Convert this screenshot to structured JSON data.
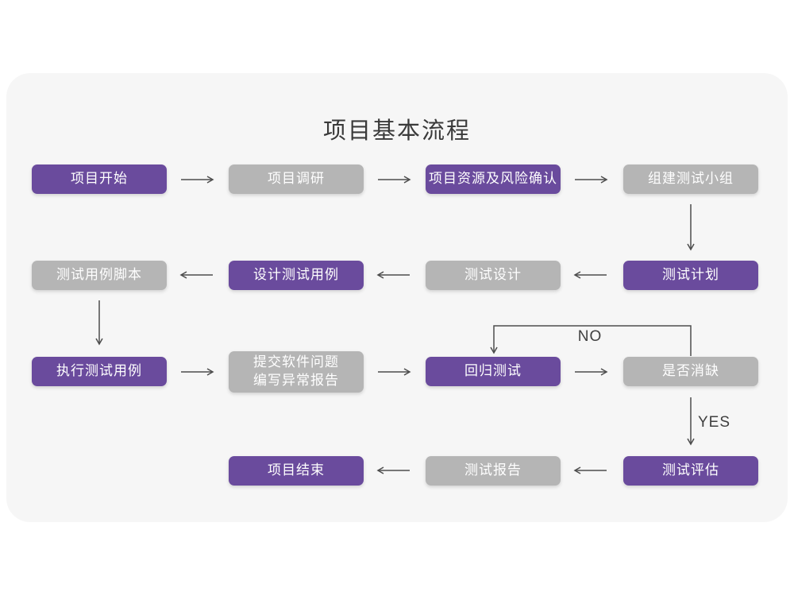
{
  "title": "项目基本流程",
  "colors": {
    "node_purple": "#6a4b9d",
    "node_gray": "#b5b5b5",
    "card_background": "#f6f6f6",
    "page_background": "#ffffff",
    "arrow": "#4d4d4d",
    "title_text": "#3a3a3a",
    "node_text": "#ffffff"
  },
  "nodes": [
    {
      "label": "项目开始",
      "variant": "purple"
    },
    {
      "label": "项目调研",
      "variant": "gray"
    },
    {
      "label": "项目资源及风险确认",
      "variant": "purple"
    },
    {
      "label": "组建测试小组",
      "variant": "gray"
    },
    {
      "label": "测试用例脚本",
      "variant": "gray"
    },
    {
      "label": "设计测试用例",
      "variant": "purple"
    },
    {
      "label": "测试设计",
      "variant": "gray"
    },
    {
      "label": "测试计划",
      "variant": "purple"
    },
    {
      "label": "执行测试用例",
      "variant": "purple"
    },
    {
      "label": "提交软件问题\n编写异常报告",
      "variant": "gray"
    },
    {
      "label": "回归测试",
      "variant": "purple"
    },
    {
      "label": "是否消缺",
      "variant": "gray"
    },
    {
      "label": "项目结束",
      "variant": "purple"
    },
    {
      "label": "测试报告",
      "variant": "gray"
    },
    {
      "label": "测试评估",
      "variant": "purple"
    }
  ],
  "edges": [
    {
      "from": 0,
      "to": 1
    },
    {
      "from": 1,
      "to": 2
    },
    {
      "from": 2,
      "to": 3
    },
    {
      "from": 3,
      "to": 7
    },
    {
      "from": 7,
      "to": 6
    },
    {
      "from": 6,
      "to": 5
    },
    {
      "from": 5,
      "to": 4
    },
    {
      "from": 4,
      "to": 8
    },
    {
      "from": 8,
      "to": 9
    },
    {
      "from": 9,
      "to": 10
    },
    {
      "from": 10,
      "to": 11
    },
    {
      "from": 11,
      "to": 10,
      "label": "NO"
    },
    {
      "from": 11,
      "to": 14,
      "label": "YES"
    },
    {
      "from": 14,
      "to": 13
    },
    {
      "from": 13,
      "to": 12
    }
  ]
}
